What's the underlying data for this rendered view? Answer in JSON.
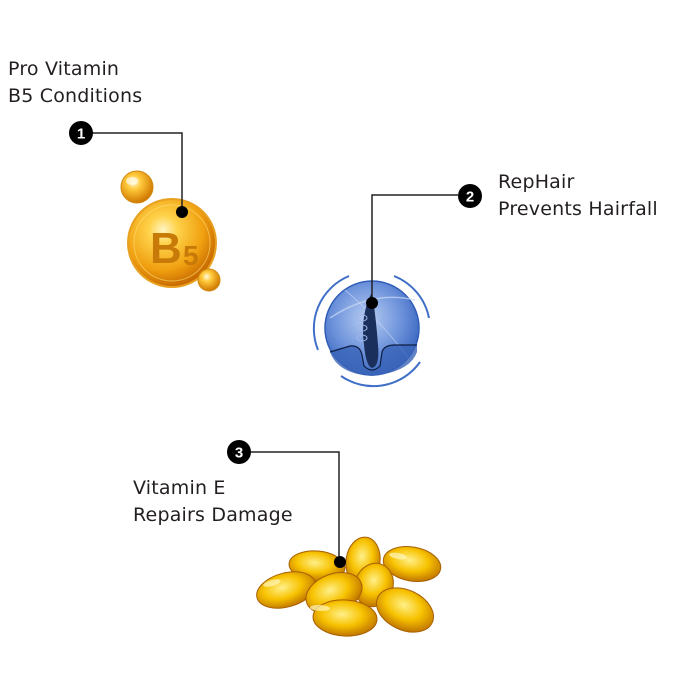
{
  "callouts": [
    {
      "number": "1",
      "title": "Pro Vitamin",
      "subtitle": "B5 Conditions",
      "icon": "vitamin-b5-sphere-icon"
    },
    {
      "number": "2",
      "title": "RepHair",
      "subtitle": "Prevents Hairfall",
      "icon": "hair-follicle-globe-icon"
    },
    {
      "number": "3",
      "title": "Vitamin E",
      "subtitle": "Repairs Damage",
      "icon": "vitamin-e-capsules-icon"
    }
  ],
  "b5_glyph": {
    "letter": "B",
    "digit": "5"
  },
  "colors": {
    "badge": "#000000",
    "connector": "#222222",
    "text": "#231f20",
    "gold": "#f0a81c",
    "blue": "#3f6fc6",
    "capsule": "#f5b800"
  }
}
